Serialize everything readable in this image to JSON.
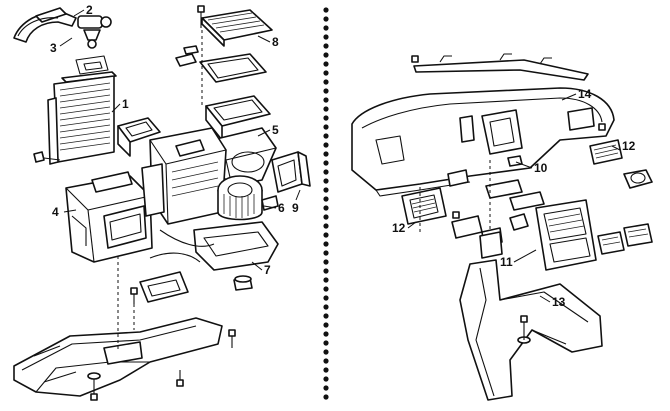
{
  "callouts": {
    "c1": "1",
    "c2": "2",
    "c3": "3",
    "c4": "4",
    "c5": "5",
    "c6": "6",
    "c7": "7",
    "c8": "8",
    "c9": "9",
    "c10": "10",
    "c11": "11",
    "c12a": "12",
    "c12b": "12",
    "c13": "13",
    "c14": "14"
  },
  "style": {
    "ink": "#111111",
    "paper": "#ffffff"
  }
}
